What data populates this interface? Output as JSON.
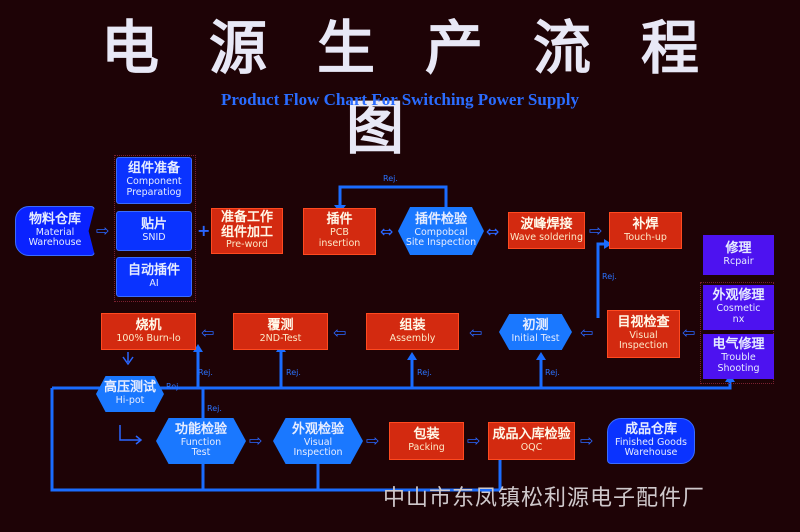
{
  "title": "电源生产流程图",
  "subtitle": "Product Flow Chart For Switching Power Supply",
  "footer": "中山市东凤镇松利源电子配件厂",
  "colors": {
    "background": "#1e0306",
    "process_red": "#d32a10",
    "warehouse_blue": "#0a22ff",
    "inspection_blue": "#1a78ff",
    "repair_purple": "#4d12f0",
    "connector_blue": "#1a6cff"
  },
  "reject_label": "Rej.",
  "plus_sign": "+",
  "nodes": {
    "material_warehouse": {
      "zh": "物料仓库",
      "en1": "Material",
      "en2": "Warehouse"
    },
    "component_prep": {
      "zh": "组件准备",
      "en1": "Component",
      "en2": "Preparatiog"
    },
    "smt": {
      "zh": "贴片",
      "en1": "SNID"
    },
    "auto_insert": {
      "zh": "自动插件",
      "en1": "AI"
    },
    "pre_work": {
      "zh1": "准备工作",
      "zh2": "组件加工",
      "en1": "Pre-word"
    },
    "pcb_insertion": {
      "zh": "插件",
      "en1": "PCB",
      "en2": "insertion"
    },
    "insertion_inspection": {
      "zh": "插件检验",
      "en1": "Compobcal",
      "en2": "Site Inspection"
    },
    "wave_soldering": {
      "zh": "波峰焊接",
      "en1": "Wave soldering"
    },
    "touch_up": {
      "zh": "补焊",
      "en1": "Touch-up"
    },
    "repair": {
      "zh": "修理",
      "en1": "Rcpair"
    },
    "cosmetic_fix": {
      "zh": "外观修理",
      "en1": "Cosmetic",
      "en2": "nx"
    },
    "trouble_shooting": {
      "zh": "电气修理",
      "en1": "Trouble",
      "en2": "Shooting"
    },
    "visual_inspection_1": {
      "zh": "目视检查",
      "en1": "Visual",
      "en2": "Inspection"
    },
    "initial_test": {
      "zh": "初测",
      "en1": "Initial Test"
    },
    "assembly": {
      "zh": "组装",
      "en1": "Assembly"
    },
    "second_test": {
      "zh": "覆测",
      "en1": "2ND-Test"
    },
    "burn_in": {
      "zh": "烧机",
      "en1": "100% Burn-lo"
    },
    "hipot": {
      "zh": "高压测试",
      "en1": "Hi-pot"
    },
    "function_test": {
      "zh": "功能检验",
      "en1": "Function",
      "en2": "Test"
    },
    "visual_inspection_2": {
      "zh": "外观检验",
      "en1": "Visual",
      "en2": "Inspection"
    },
    "packing": {
      "zh": "包装",
      "en1": "Packing"
    },
    "oqc": {
      "zh": "成品入库检验",
      "en1": "OQC"
    },
    "finished_goods": {
      "zh": "成品仓库",
      "en1": "Finished Goods",
      "en2": "Warehouse"
    }
  }
}
